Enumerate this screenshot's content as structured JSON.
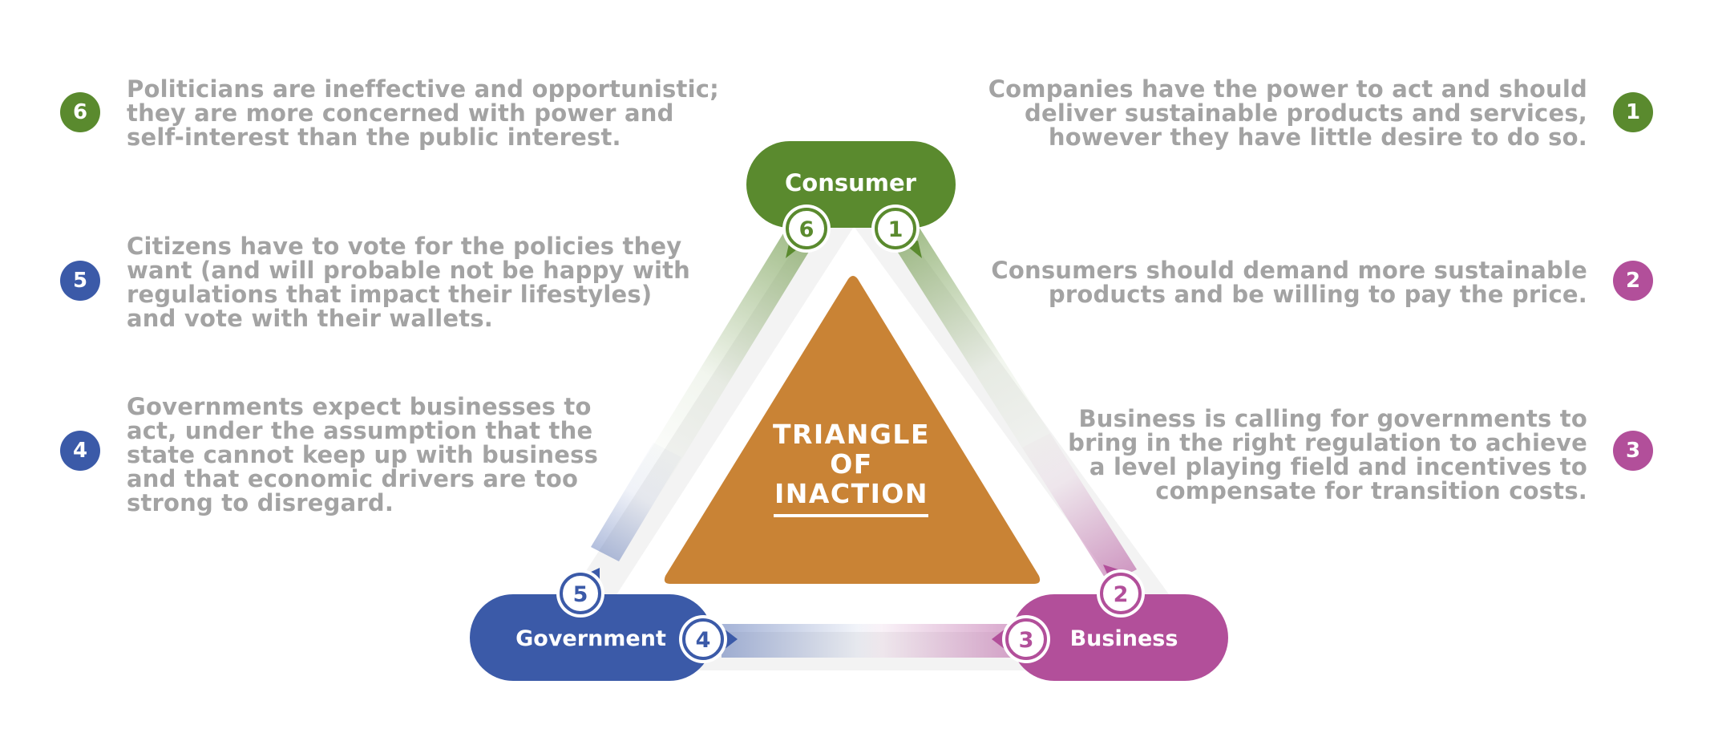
{
  "colors": {
    "green": "#5a8a2e",
    "blue": "#3b5aa8",
    "magenta": "#b24f9a",
    "orange": "#c98335",
    "text_gray": "#a3a3a3"
  },
  "center": {
    "line1": "TRIANGLE",
    "line2": "OF",
    "line3": "INACTION"
  },
  "nodes": {
    "consumer": "Consumer",
    "government": "Government",
    "business": "Business"
  },
  "markers": {
    "m1": "1",
    "m2": "2",
    "m3": "3",
    "m4": "4",
    "m5": "5",
    "m6": "6"
  },
  "statements": {
    "s1": {
      "number": "1",
      "lines": [
        "Companies have the power to act and should",
        "deliver sustainable products and services,",
        "however they have little desire to do so."
      ]
    },
    "s2": {
      "number": "2",
      "lines": [
        "Consumers should demand more sustainable",
        "products and be willing to pay the price."
      ]
    },
    "s3": {
      "number": "3",
      "lines": [
        "Business is calling for governments to",
        "bring in the right regulation to achieve",
        "a level playing field and incentives to",
        "compensate for transition costs."
      ]
    },
    "s4": {
      "number": "4",
      "lines": [
        "Governments expect businesses to",
        "act, under the assumption that the",
        "state cannot keep up with business",
        "and that economic drivers are too",
        "strong to disregard."
      ]
    },
    "s5": {
      "number": "5",
      "lines": [
        "Citizens have to vote for the policies they",
        "want (and will probable not be happy with",
        "regulations that impact their lifestyles)",
        "and vote with their wallets."
      ]
    },
    "s6": {
      "number": "6",
      "lines": [
        "Politicians are ineffective and opportunistic;",
        "they are more concerned with power and",
        "self-interest than the public interest."
      ]
    }
  }
}
